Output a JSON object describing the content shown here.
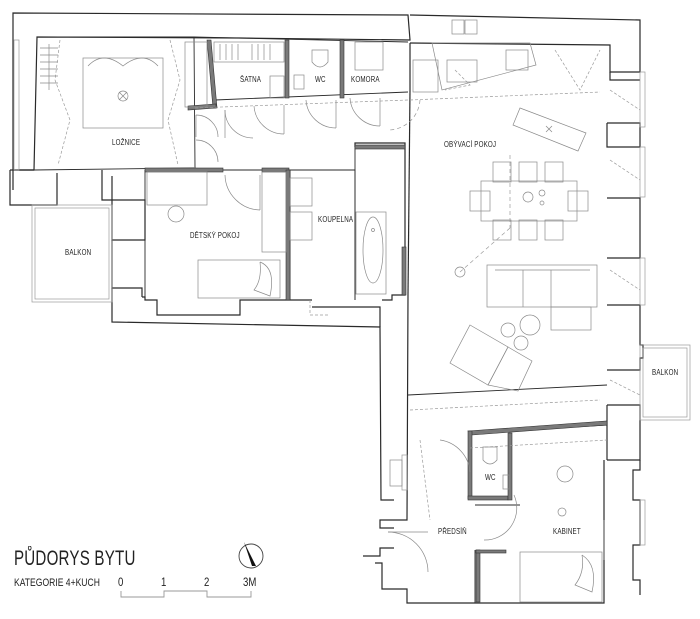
{
  "title": "PŮDORYS BYTU",
  "subtitle": "KATEGORIE 4+KUCH",
  "scale_bar": {
    "ticks": [
      "0",
      "1",
      "2",
      "3M"
    ],
    "unit": "M"
  },
  "north_arrow": "compass-arrow",
  "rooms": {
    "loznice": "LOŽNICE",
    "satna": "ŠATNA",
    "wc_top": "WC",
    "komora": "KOMORA",
    "obyvaci_pokoj": "OBÝVACÍ POKOJ",
    "balkon_left": "BALKON",
    "detsky_pokoj": "DĚTSKÝ POKOJ",
    "koupelna": "KOUPELNA",
    "balkon_right": "BALKON",
    "wc_bottom": "WC",
    "predsin": "PŘEDSÍŇ",
    "kabinet": "KABINET"
  },
  "colors": {
    "wall_line": "#2a2a2a",
    "furniture_line": "#8a8a8a",
    "new_wall_fill": "#7a7a7a",
    "background": "#ffffff"
  }
}
